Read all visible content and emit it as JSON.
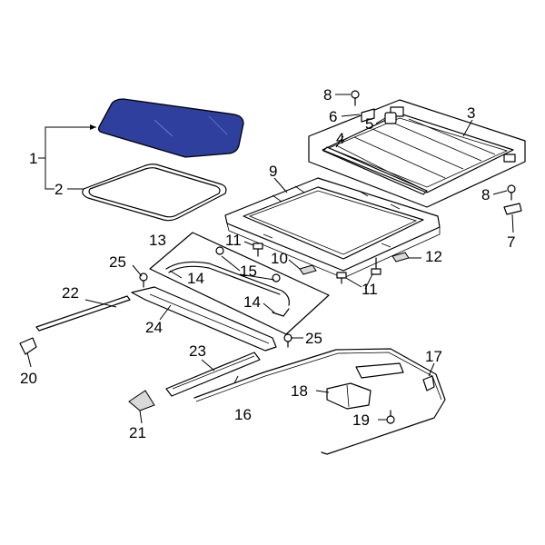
{
  "diagram": {
    "glass_color": "#2e3f9e",
    "callouts": {
      "c1": "1",
      "c2": "2",
      "c3": "3",
      "c4": "4",
      "c5": "5",
      "c6": "6",
      "c7": "7",
      "c8a": "8",
      "c8b": "8",
      "c9": "9",
      "c10": "10",
      "c11a": "11",
      "c11b": "11",
      "c12": "12",
      "c13": "13",
      "c14a": "14",
      "c14b": "14",
      "c15": "15",
      "c16": "16",
      "c17": "17",
      "c18": "18",
      "c19": "19",
      "c20": "20",
      "c21": "21",
      "c22": "22",
      "c23": "23",
      "c24": "24",
      "c25a": "25",
      "c25b": "25"
    }
  }
}
